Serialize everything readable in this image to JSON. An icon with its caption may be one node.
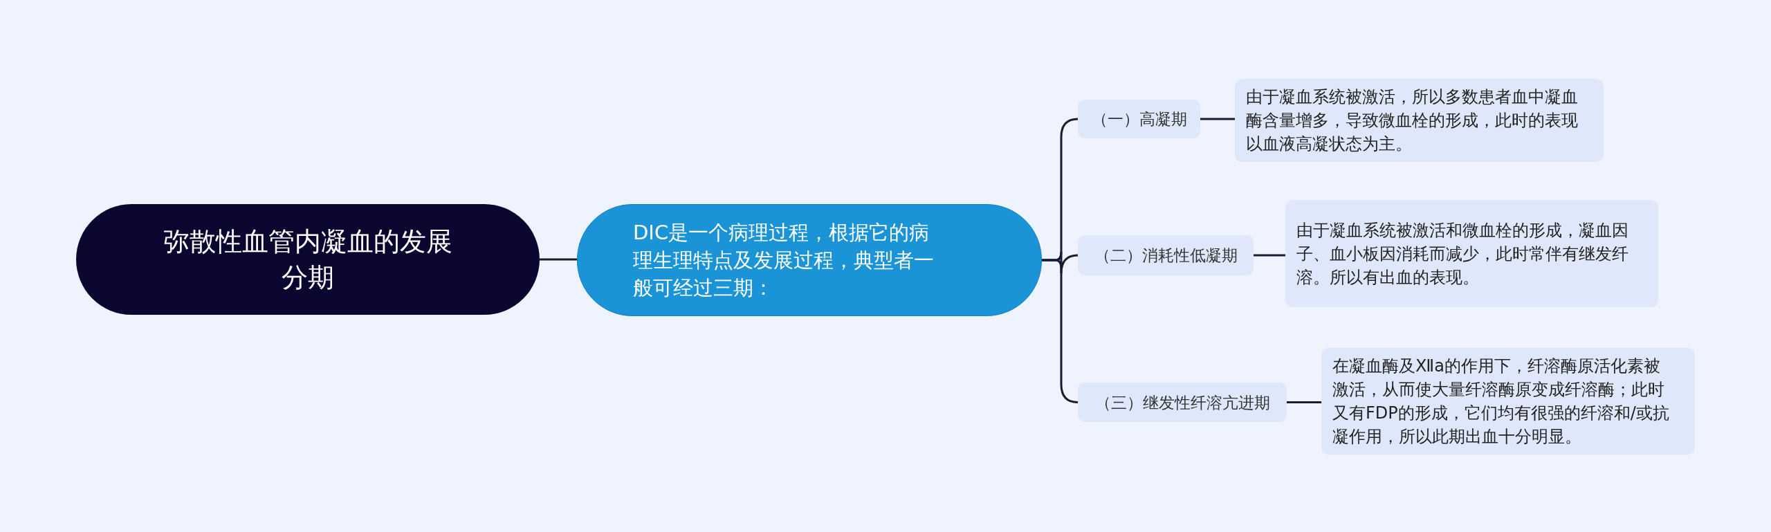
{
  "diagram": {
    "nodes": [
      {
        "text": [
          "弥散性血管内凝血的发展分期"
        ]
      },
      {
        "text": [
          "DIC是一个病理过程，根据它的病理生理特点及发展过程，典型者一般可经过三期："
        ]
      },
      {
        "text": [
          "（一）高凝期"
        ]
      },
      {
        "text": [
          "由于凝血系统被激活，所以多数患者血中凝血酶含量增多，导致微血栓的形成，此时的表现以血液高凝状态为主。"
        ]
      },
      {
        "text": [
          "（二）消耗性低凝期"
        ]
      },
      {
        "text": [
          "由于凝血系统被激活和微血栓的形成，凝血因子、血小板因消耗而减少，此时常伴有继发纤溶。所以有出血的表现。"
        ]
      },
      {
        "text": [
          "（三）继发性纤溶亢进期"
        ]
      },
      {
        "text": [
          "在凝血酶及Ⅻa的作用下，纤溶酶原活化素被激活，从而使大量纤溶酶原变成纤溶酶；此时又有FDP的形成，它们均有很强的纤溶和/或抗凝作用，所以此期出血十分明显。"
        ]
      }
    ],
    "edges": [
      {
        "from": 0,
        "to": 1,
        "arrow": "none"
      },
      {
        "from": 1,
        "to": 2,
        "arrow": "none"
      },
      {
        "from": 1,
        "to": 4,
        "arrow": "none"
      },
      {
        "from": 1,
        "to": 6,
        "arrow": "none"
      },
      {
        "from": 2,
        "to": 3,
        "arrow": "none"
      },
      {
        "from": 4,
        "to": 5,
        "arrow": "none"
      },
      {
        "from": 6,
        "to": 7,
        "arrow": "none"
      }
    ]
  }
}
